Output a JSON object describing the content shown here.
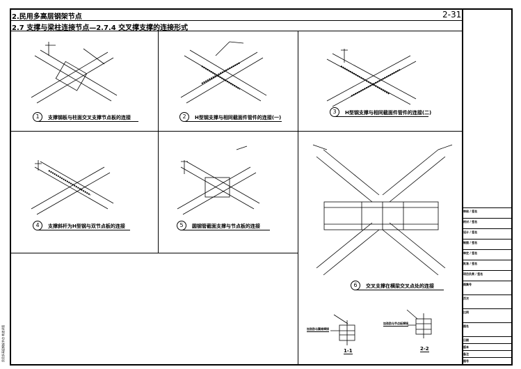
{
  "header": {
    "chapter": "2.民用多高层钢架节点",
    "section": "2.7 支撑与梁柱连接节点—2.7.4 交叉撑支撑的连接形式",
    "page": "2-31"
  },
  "details": [
    {
      "num": "1",
      "caption": "支撑钢板与柱面交叉支撑节点板的连接"
    },
    {
      "num": "2",
      "caption": "H型钢支撑与相同截面件管件的连接(一)"
    },
    {
      "num": "3",
      "caption": "H型钢支撑与相同截面件管件的连接(二)"
    },
    {
      "num": "4",
      "caption": "支撑斜杆为H型钢与双节点板的连接"
    },
    {
      "num": "5",
      "caption": "圆钢管截面支撑与节点板的连接"
    },
    {
      "num": "6",
      "caption": "交叉支撑在横梁交叉点处的连接"
    }
  ],
  "sections": [
    {
      "label": "1-1",
      "note": "加劲肋与翼缘焊接"
    },
    {
      "label": "2-2",
      "note": "加劲肋与节点板焊接"
    }
  ],
  "title_block": [
    "审核 / 签名",
    "校对 / 签名",
    "设计 / 签名",
    "制图 / 签名",
    "审定 / 签名",
    "批准 / 签名",
    "项目负责 / 签名",
    "图集号",
    "页次",
    "比例",
    "图名",
    "日期",
    "版本",
    "备注",
    "图号"
  ],
  "side_text": "民用多高层钢架节点 构造详图"
}
